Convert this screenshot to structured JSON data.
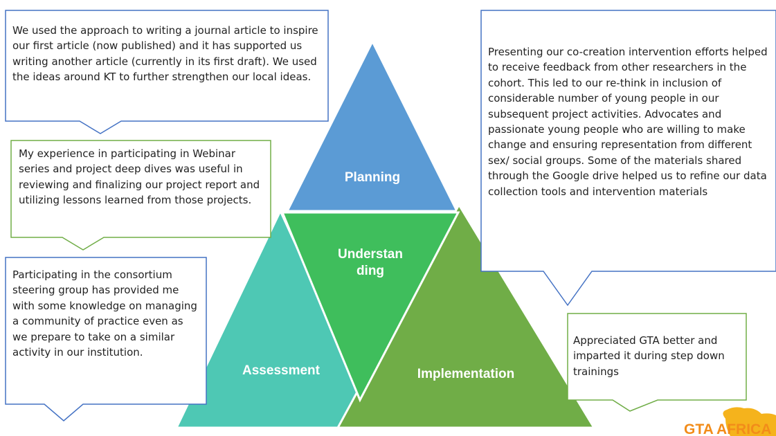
{
  "diagram": {
    "segments": {
      "planning": "Planning",
      "understanding": "Understan ding",
      "assessment": "Assessment",
      "implementation": "Implementation"
    },
    "colors": {
      "planning": "#5b9bd5",
      "understanding": "#3fbe5c",
      "assessment": "#4ec8b4",
      "implementation": "#70ad47",
      "blue_border": "#4472c4",
      "green_border": "#70ad47"
    }
  },
  "callouts": {
    "top_left": "We used the approach to writing a journal article to inspire our first article (now published) and it has supported us writing another article (currently in its first draft). We used the ideas around KT to further strengthen our local ideas.",
    "middle_left": "My experience in participating in Webinar series and project deep dives was useful in reviewing and finalizing our project report and utilizing lessons learned from those projects.",
    "bottom_left": "Participating in the consortium steering group has provided me with some knowledge on managing a community of practice even as we prepare to take on a similar activity in our institution.",
    "top_right": "Presenting our co-creation intervention efforts helped to receive feedback from other researchers in the cohort. This led to our re-think in inclusion of considerable number of young people in our subsequent project activities. Advocates and passionate young people who are willing to make change and ensuring representation from different sex/ social groups. Some of the materials shared through the Google drive helped us to refine our data collection tools and intervention materials",
    "bottom_right": "Appreciated GTA  better and imparted it during step down trainings"
  },
  "logo": {
    "text": "GTA AFRICA",
    "icon": "africa-map-logo-icon"
  }
}
